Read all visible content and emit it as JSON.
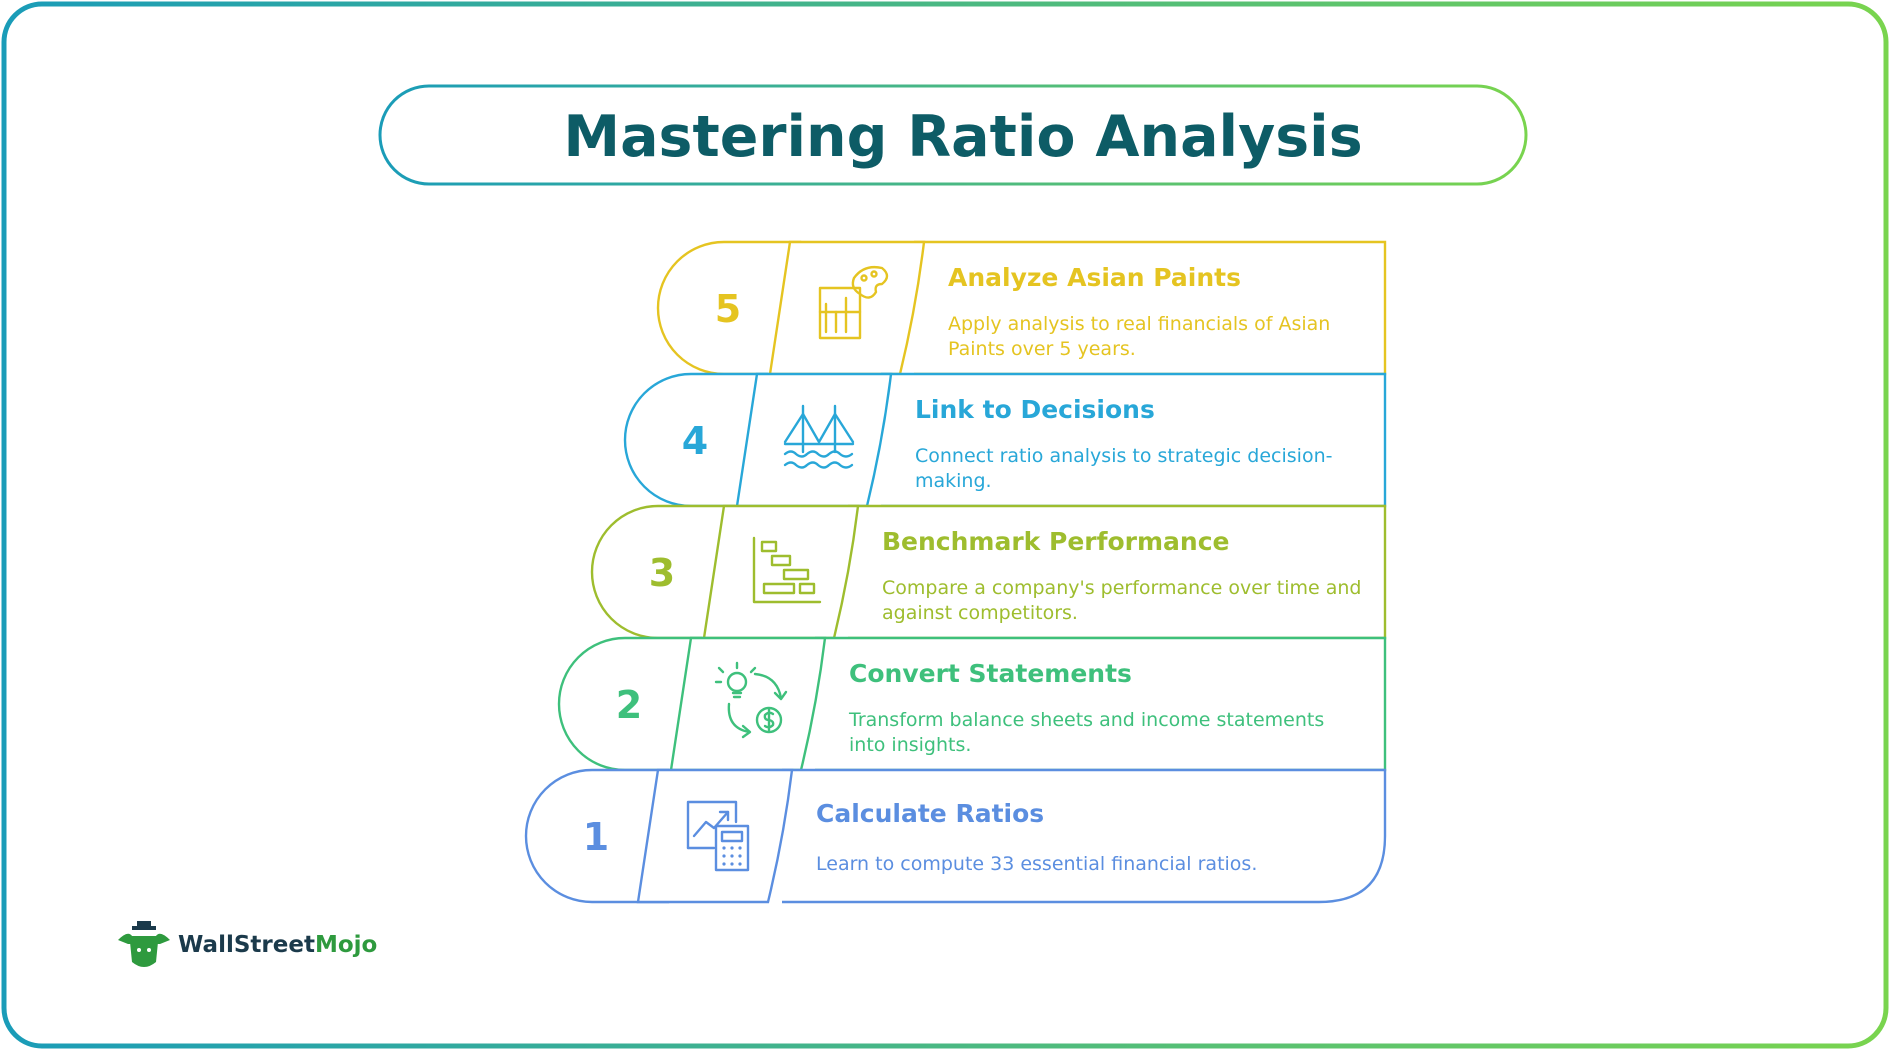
{
  "title": "Mastering Ratio Analysis",
  "steps": [
    {
      "number": "5",
      "title": "Analyze Asian Paints",
      "desc_lines": [
        "Apply analysis to real financials of Asian",
        "Paints over 5 years."
      ],
      "color": "#e5c421",
      "icon": "paint-palette-chart-icon"
    },
    {
      "number": "4",
      "title": "Link to Decisions",
      "desc_lines": [
        "Connect ratio analysis to strategic decision-",
        "making."
      ],
      "color": "#28a7d8",
      "icon": "bridge-icon"
    },
    {
      "number": "3",
      "title": "Benchmark Performance",
      "desc_lines": [
        "Compare a company's performance over time and",
        "against competitors."
      ],
      "color": "#9ebd2e",
      "icon": "gantt-chart-icon"
    },
    {
      "number": "2",
      "title": "Convert Statements",
      "desc_lines": [
        "Transform balance sheets and income statements",
        "into insights."
      ],
      "color": "#3ec07c",
      "icon": "idea-to-money-icon"
    },
    {
      "number": "1",
      "title": "Calculate Ratios",
      "desc_lines": [
        "Learn to compute 33 essential financial ratios."
      ],
      "color": "#5b8ee0",
      "icon": "chart-calculator-icon"
    }
  ],
  "brand": {
    "part1": "WallStreet",
    "part2": "Mojo",
    "color1": "#1b3a4b",
    "color2": "#2e9a3e"
  },
  "colors": {
    "frame_start": "#1a9cb8",
    "frame_end": "#79d44e",
    "title_text": "#0d5c66"
  }
}
